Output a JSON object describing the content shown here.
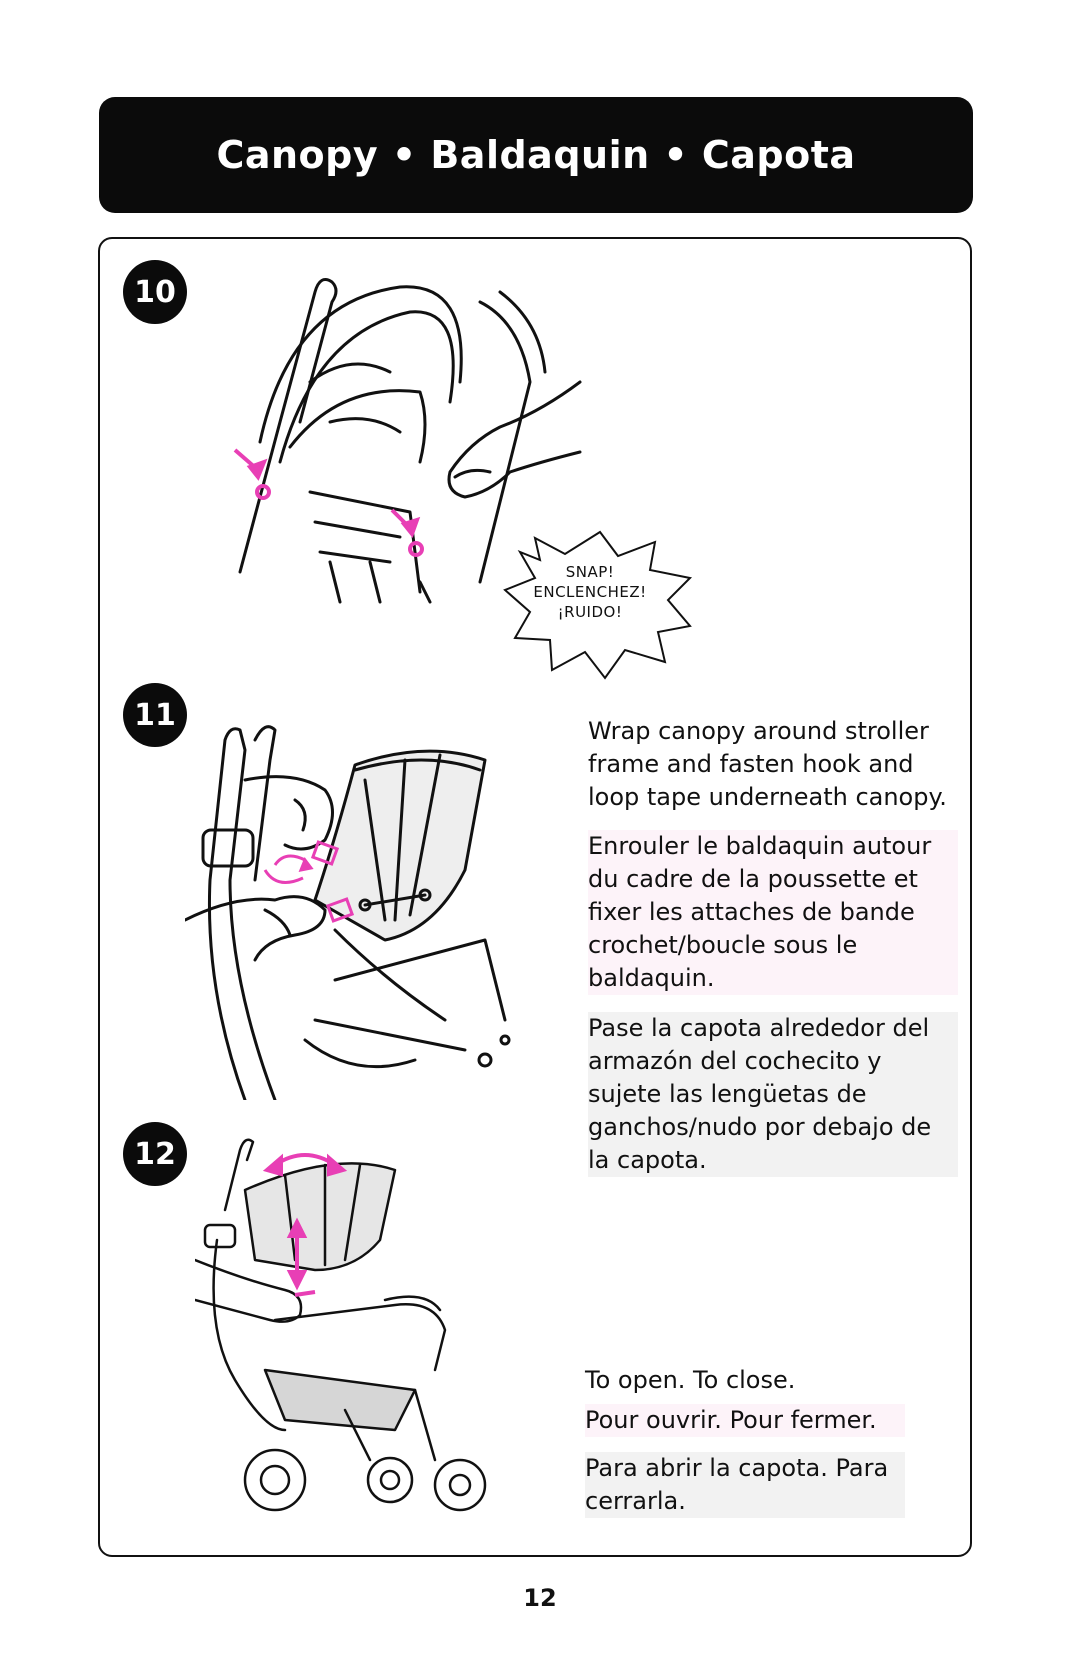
{
  "header": {
    "title": "Canopy • Baldaquin • Capota"
  },
  "steps": [
    {
      "number": "10",
      "burst": [
        "SNAP!",
        "ENCLENCHEZ!",
        "¡RUIDO!"
      ]
    },
    {
      "number": "11",
      "text_en": "Wrap canopy around stroller frame and fasten hook and loop tape underneath canopy.",
      "text_fr": "Enrouler le baldaquin autour du cadre de la poussette et fixer les attaches de bande crochet/boucle sous le baldaquin.",
      "text_es": "Pase la capota alrededor del armazón del cochecito y sujete las lengüetas de ganchos/nudo por debajo de la capota."
    },
    {
      "number": "12",
      "text_en": "To open. To close.",
      "text_fr": "Pour ouvrir. Pour fermer.",
      "text_es": "Para abrir la capota. Para cerrarla."
    }
  ],
  "page_number": "12",
  "colors": {
    "accent": "#e83fb5",
    "header_bg": "#0b0b0b"
  }
}
